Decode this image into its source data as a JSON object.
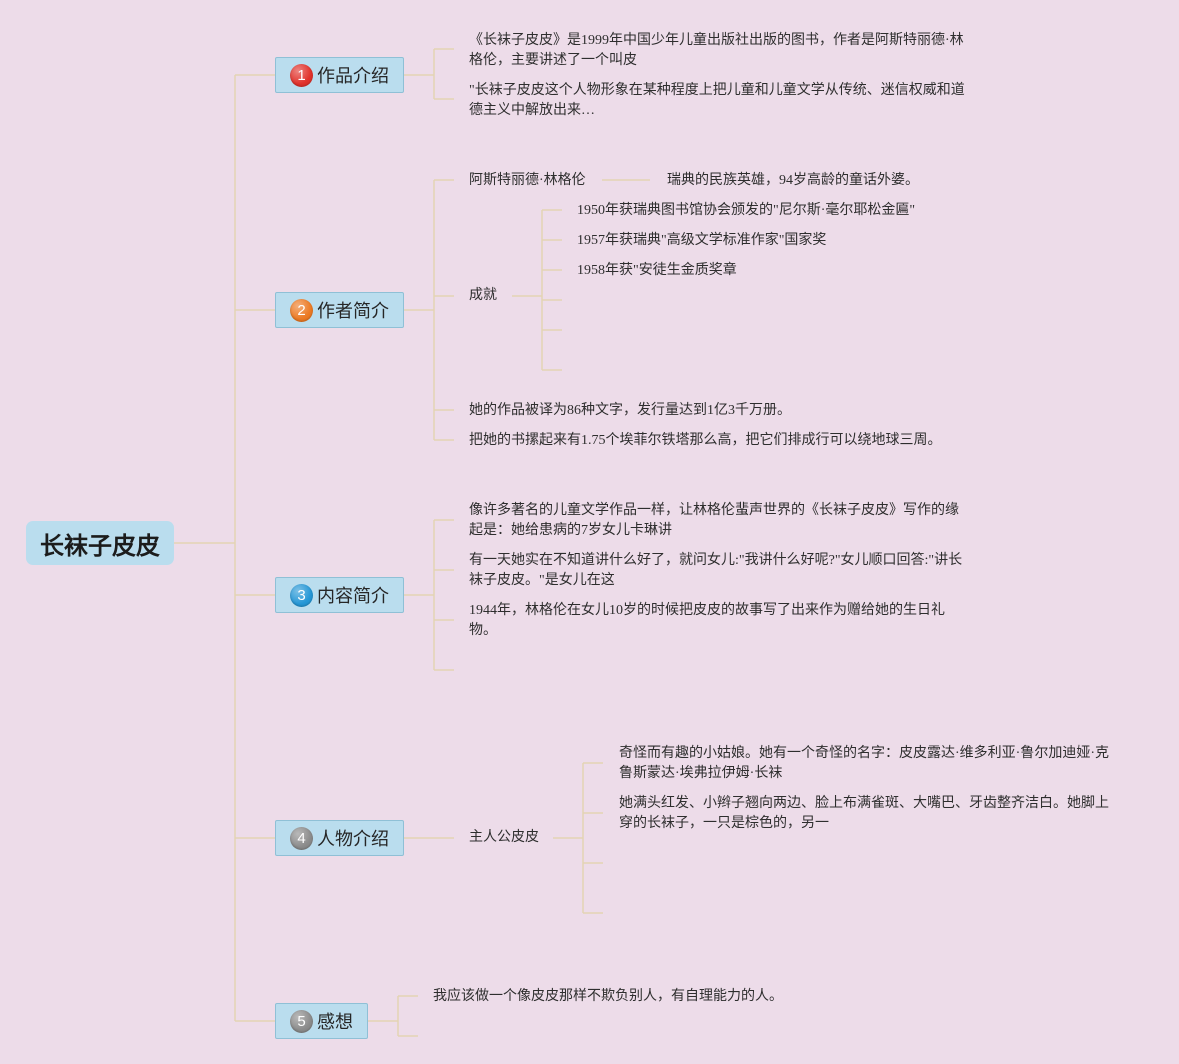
{
  "map": {
    "root": {
      "title": "长袜子皮皮"
    },
    "branches": [
      {
        "number": "1",
        "label": "作品介绍",
        "badge_color": "#E1322B",
        "topics": [
          "《长袜子皮皮》是1999年中国少年儿童出版社出版的图书，作者是阿斯特丽德·林格伦，主要讲述了一个叫皮",
          "\"长袜子皮皮这个人物形象在某种程度上把儿童和儿童文学从传统、迷信权威和道德主义中解放出来…"
        ]
      },
      {
        "number": "2",
        "label": "作者简介",
        "badge_color": "#EC7A24",
        "author": {
          "name": "阿斯特丽德·林格伦",
          "description": "瑞典的民族英雄，94岁高龄的童话外婆。"
        },
        "achievements": {
          "label": "成就",
          "items": [
            "1950年获瑞典图书馆协会颁发的\"尼尔斯·毫尔耶松金匾\"",
            "1957年获瑞典\"高级文学标准作家\"国家奖",
            "1958年获\"安徒生金质奖章"
          ]
        },
        "facts": [
          "她的作品被译为86种文字，发行量达到1亿3千万册。",
          "把她的书摞起来有1.75个埃菲尔铁塔那么高，把它们排成行可以绕地球三周。"
        ]
      },
      {
        "number": "3",
        "label": "内容简介",
        "badge_color": "#2597D6",
        "topics": [
          "像许多著名的儿童文学作品一样，让林格伦蜚声世界的《长袜子皮皮》写作的缘起是：她给患病的7岁女儿卡琳讲",
          "有一天她实在不知道讲什么好了，就问女儿:\"我讲什么好呢?\"女儿顺口回答:\"讲长袜子皮皮。\"是女儿在这",
          "1944年，林格伦在女儿10岁的时候把皮皮的故事写了出来作为赠给她的生日礼物。"
        ]
      },
      {
        "number": "4",
        "label": "人物介绍",
        "badge_color": "#8B8B8B",
        "protagonist": {
          "label": "主人公皮皮",
          "details": [
            "奇怪而有趣的小姑娘。她有一个奇怪的名字：皮皮露达·维多利亚·鲁尔加迪娅·克鲁斯蒙达·埃弗拉伊姆·长袜",
            "她满头红发、小辫子翘向两边、脸上布满雀斑、大嘴巴、牙齿整齐洁白。她脚上穿的长袜子，一只是棕色的，另一"
          ]
        }
      },
      {
        "number": "5",
        "label": "感想",
        "badge_color": "#8B8B8B",
        "topics": [
          "我应该做一个像皮皮那样不欺负别人，有自理能力的人。"
        ]
      }
    ]
  },
  "colors": {
    "background": "#EDDCE9",
    "node_fill": "#BADDEE",
    "node_border": "#8FC0D6",
    "connector": "#E3D3B4"
  }
}
